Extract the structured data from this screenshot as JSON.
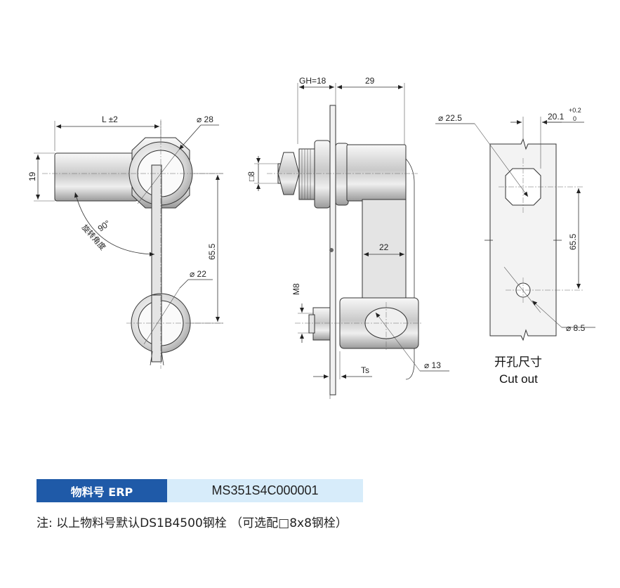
{
  "dimensions": {
    "length": "L ±2",
    "height": "19",
    "diameter_head": "⌀ 28",
    "rotation_angle": "90°",
    "rotation_label": "旋转角度",
    "center_distance": "65.5",
    "diameter_small": "⌀ 22",
    "gh": "GH=18",
    "depth": "29",
    "square": "□8",
    "width_cam": "22",
    "thread": "M8",
    "ts": "Ts",
    "diameter_bolt": "⌀ 13",
    "cutout_diameter": "⌀ 22.5",
    "cutout_offset": "20.1",
    "tolerance_upper": "+0.2",
    "tolerance_lower": "0",
    "cutout_distance": "65.5",
    "cutout_hole": "⌀ 8.5"
  },
  "cutout": {
    "label_cn": "开孔尺寸",
    "label_en": "Cut out"
  },
  "erp": {
    "label": "物料号 ERP",
    "value": "MS351S4C000001"
  },
  "note": "注: 以上物料号默认DS1B4500钢栓 （可选配□8x8钢栓）"
}
